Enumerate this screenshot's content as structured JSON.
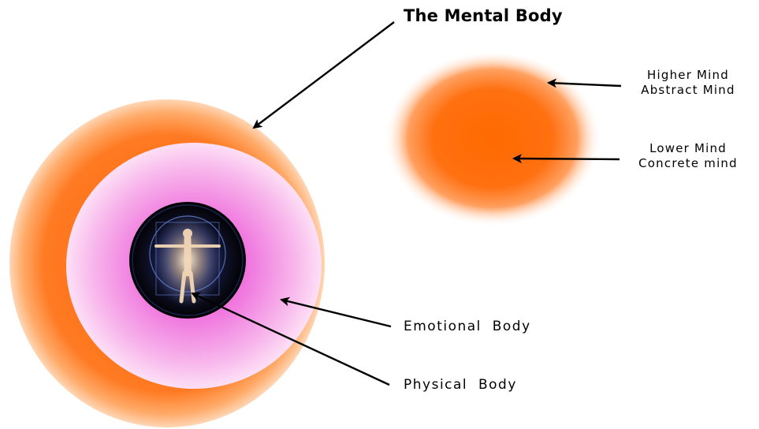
{
  "title": "The Mental Body",
  "labels": {
    "higher_mind": [
      "Higher Mind",
      "Abstract Mind"
    ],
    "lower_mind": [
      "Lower Mind",
      "Concrete mind"
    ],
    "emotional_body": "Emotional  Body",
    "physical_body": "Physical  Body"
  },
  "colors": {
    "mental_orange": "#ff6a10",
    "emotional_pink": "#f060d8",
    "core_dark": "#0a0a14",
    "figure_glow": "#5a78c8"
  },
  "icons": {
    "figure": "vitruvian-man-icon"
  }
}
